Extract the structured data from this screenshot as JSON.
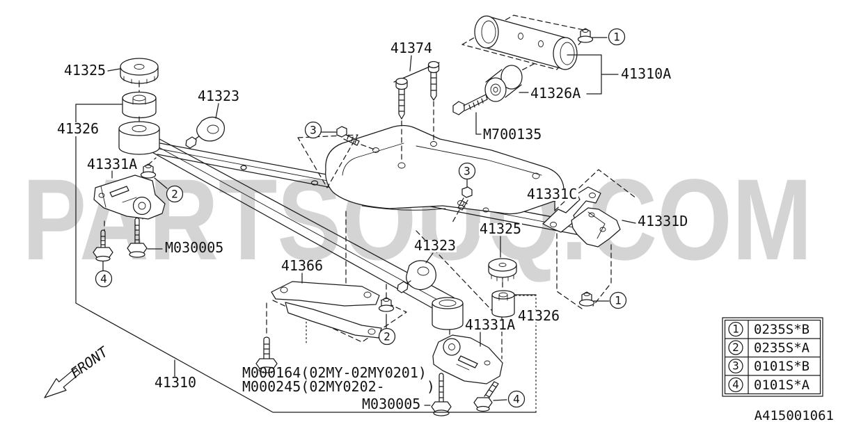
{
  "watermark": "PARTSOUQ.COM",
  "diagram_id": "A415001061",
  "front_label": "FRONT",
  "part_labels": {
    "p41325_top": "41325",
    "p41323_top": "41323",
    "p41326_left": "41326",
    "p41331a_left": "41331A",
    "p41374": "41374",
    "p41310a": "41310A",
    "p41326a": "41326A",
    "m700135": "M700135",
    "p41331c": "41331C",
    "p41331d": "41331D",
    "p41325_mid": "41325",
    "p41323_mid": "41323",
    "p41366": "41366",
    "m030005_left": "M030005",
    "p41326_right": "41326",
    "p41331a_right": "41331A",
    "m000164": "M000164(02MY-02MY0201)",
    "m000245": "M000245(02MY0202-     )",
    "m030005_bottom": "M030005",
    "p41310": "41310"
  },
  "callouts": {
    "one": "1",
    "two": "2",
    "three": "3",
    "four": "4"
  },
  "legend": {
    "rows": [
      {
        "num": "1",
        "code": "0235S*B"
      },
      {
        "num": "2",
        "code": "0235S*A"
      },
      {
        "num": "3",
        "code": "0101S*B"
      },
      {
        "num": "4",
        "code": "0101S*A"
      }
    ]
  },
  "colors": {
    "line": "#1a1a1a",
    "watermark": "#d4d4d4",
    "background": "#ffffff"
  }
}
